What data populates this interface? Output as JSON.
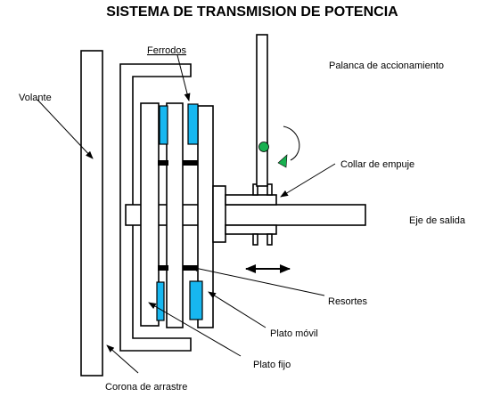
{
  "title": "SISTEMA DE TRANSMISION DE POTENCIA",
  "labels": {
    "ferrodos": "Ferrodos",
    "palanca": "Palanca de accionamiento",
    "volante": "Volante",
    "collar": "Collar de empuje",
    "eje": "Eje de salida",
    "resortes": "Resortes",
    "plato_movil": "Plato móvil",
    "plato_fijo": "Plato fijo",
    "corona": "Corona de arrastre"
  },
  "colors": {
    "friction_lining": "#17b7f0",
    "pivot": "#18b050",
    "arrow_green": "#18b050",
    "line": "#000000"
  }
}
